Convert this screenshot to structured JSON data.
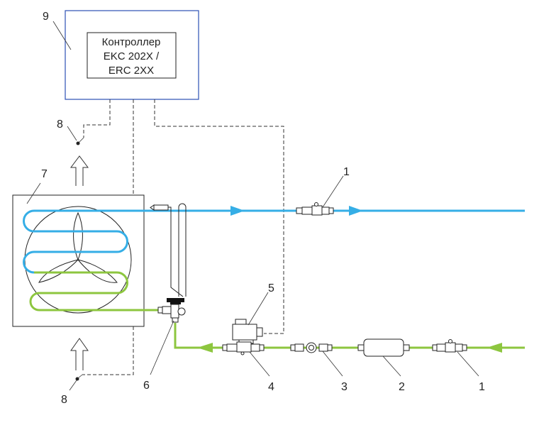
{
  "controller": {
    "lines": [
      "Контроллер",
      "EKC 202X /",
      "ERC 2XX"
    ]
  },
  "labels": {
    "valve_1_top": "1",
    "valve_1_bottom": "1",
    "filter_drier": "2",
    "sight_glass": "3",
    "solenoid_valve": "4",
    "solenoid_coil": "5",
    "expansion_valve": "6",
    "evaporator": "7",
    "sensor_top": "8",
    "sensor_bottom": "8",
    "controller": "9"
  },
  "colors": {
    "suction_line": "#35aee6",
    "liquid_line": "#8dc63f",
    "controller_border": "#2c4fb5"
  }
}
